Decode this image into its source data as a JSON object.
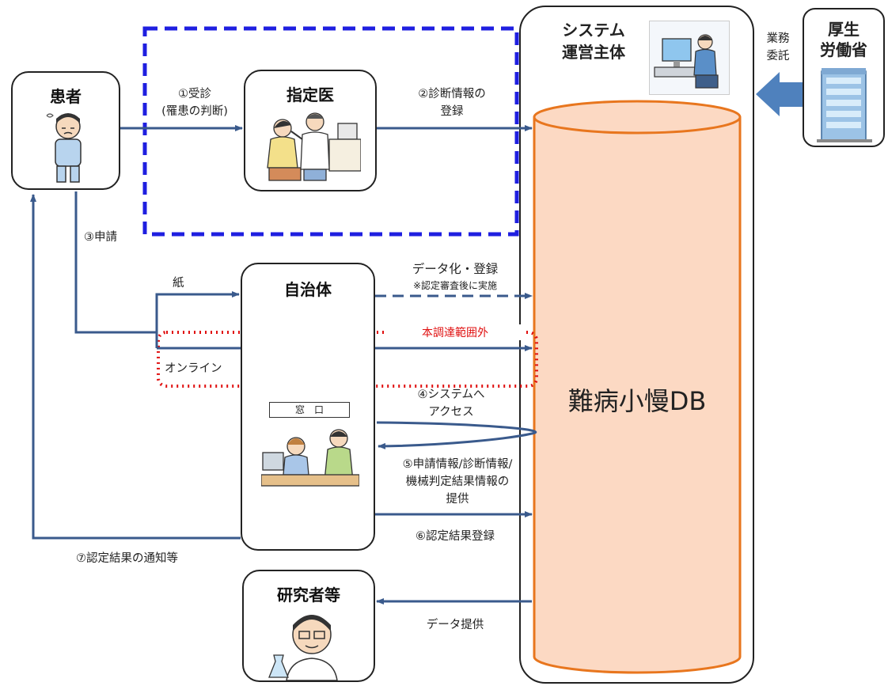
{
  "patient": {
    "title": "患者"
  },
  "doctor": {
    "title": "指定医"
  },
  "municipality": {
    "title": "自治体",
    "window_sign": "窓　口"
  },
  "researcher": {
    "title": "研究者等"
  },
  "system_operator": {
    "line1": "システム",
    "line2": "運営主体"
  },
  "mhlw": {
    "line1": "厚生",
    "line2": "労働省"
  },
  "outsourcing": {
    "line1": "業務",
    "line2": "委託"
  },
  "database": {
    "label": "難病小慢DB"
  },
  "flows": {
    "f1_line1": "①受診",
    "f1_line2": "(罹患の判断)",
    "f2_line1": "②診断情報の",
    "f2_line2": "登録",
    "f3": "③申請",
    "paper": "紙",
    "online": "オンライン",
    "digitize": "データ化・登録",
    "digitize_note": "※認定審査後に実施",
    "out_of_scope": "本調達範囲外",
    "f4_line1": "④システムへ",
    "f4_line2": "アクセス",
    "f5_line1": "⑤申請情報/診断情報/",
    "f5_line2": "機械判定結果情報の",
    "f5_line3": "提供",
    "f6": "⑥認定結果登録",
    "f7": "⑦認定結果の通知等",
    "data_provision": "データ提供"
  },
  "colors": {
    "arrow": "#3a5a8c",
    "cylinder_fill": "#fcd9c3",
    "cylinder_stroke": "#e8761e",
    "blue_dash": "#1f1fe0",
    "red_dot": "#e01010",
    "mhlw_arrow": "#4f81bd"
  }
}
